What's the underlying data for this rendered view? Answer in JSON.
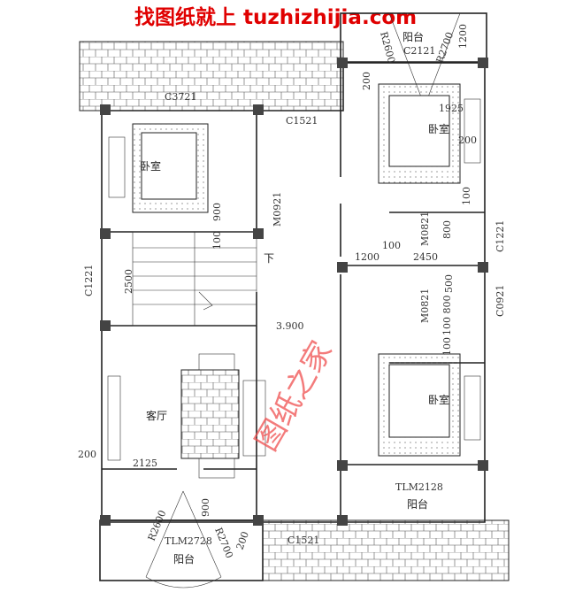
{
  "header": {
    "title": "找图纸就上 tuzhizhijia.com",
    "color": "#e00000"
  },
  "watermark": "图纸之家",
  "rooms": {
    "bedroom_left": "卧室",
    "bedroom_top_right": "卧室",
    "bedroom_bottom_right": "卧室",
    "living_room": "客厅",
    "balcony_top": "阳台",
    "balcony_bottom_right": "阳台",
    "balcony_bottom_left": "阳台",
    "stairs_down": "下"
  },
  "labels": {
    "c2121": "C2121",
    "r2600_top": "R2600",
    "r2700_top": "R2700",
    "d1200_top": "1200",
    "d200_top": "200",
    "c3721": "C3721",
    "c1521_top": "C1521",
    "d1925": "1925",
    "d200_r": "200",
    "d100_r": "100",
    "d900_l": "900",
    "m0921": "M0921",
    "d100_l": "100",
    "m0821_a": "M0821",
    "d800_a": "800",
    "c1221_r": "C1221",
    "d1200_mid": "1200",
    "d100_mid": "100",
    "d2450": "2450",
    "d2500": "2500",
    "c1221_l": "C1221",
    "d500": "500",
    "m0821_b": "M0821",
    "d100_800": "100 800",
    "c0921": "C0921",
    "d100_b": "100",
    "elev": "3.900",
    "d200_bl": "200",
    "d2125": "2125",
    "tlm2128": "TLM2128",
    "d900_b": "900",
    "tlm2728": "TLM2728",
    "r2600_b": "R2600",
    "r2700_b": "R2700",
    "d200_b": "200",
    "c1521_b": "C1521"
  }
}
